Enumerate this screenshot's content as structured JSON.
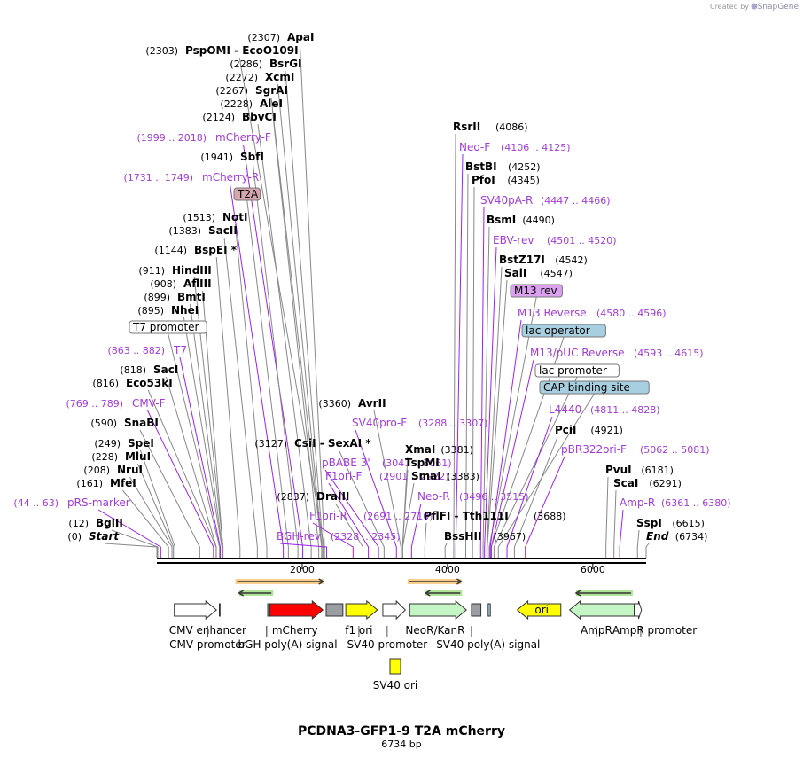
{
  "created_by": {
    "text": "Created by",
    "brand": "SnapGene"
  },
  "title": "PCDNA3-GFP1-9 T2A mCherry",
  "length": "6734 bp",
  "total_bp": 6734,
  "colors": {
    "enzyme_text": "#000000",
    "primer_text": "#a33bd9",
    "leader_line": "#888888",
    "primer_line": "#a020f0",
    "feature_red": "#ff0000",
    "feature_yellow": "#ffff00",
    "feature_lightgreen": "#c5f5c5",
    "feature_white": "#ffffff",
    "feature_grey": "#9a9ea3",
    "primer_arrow_orange": "#f3a52f",
    "primer_arrow_green": "#6fce43",
    "misc_pink": "#d6a6ae",
    "misc_blue": "#a7cfe0",
    "misc_violet": "#dba0f0"
  },
  "scale_ticks": [
    {
      "label": "2000",
      "bp": 2000
    },
    {
      "label": "4000",
      "bp": 4000
    },
    {
      "label": "6000",
      "bp": 6000
    }
  ],
  "labels": [
    {
      "kind": "enzyme",
      "pos": "(2307)",
      "name": "ApaI",
      "bp": 2307
    },
    {
      "kind": "enzyme",
      "pos": "(2303)",
      "name": "PspOMI - EcoO109I",
      "bp": 2303
    },
    {
      "kind": "enzyme",
      "pos": "(2286)",
      "name": "BsrGI",
      "bp": 2286
    },
    {
      "kind": "enzyme",
      "pos": "(2272)",
      "name": "XcmI",
      "bp": 2272
    },
    {
      "kind": "enzyme",
      "pos": "(2267)",
      "name": "SgrAI",
      "bp": 2267
    },
    {
      "kind": "enzyme",
      "pos": "(2228)",
      "name": "AleI",
      "bp": 2228
    },
    {
      "kind": "enzyme",
      "pos": "(2124)",
      "name": "BbvCI",
      "bp": 2124
    },
    {
      "kind": "primer",
      "pos": "(1999 .. 2018)",
      "name": "mCherry-F",
      "bp": 2008
    },
    {
      "kind": "enzyme",
      "pos": "(1941)",
      "name": "SbfI",
      "bp": 1941
    },
    {
      "kind": "primer",
      "pos": "(1731 .. 1749)",
      "name": "mCherry-R",
      "bp": 1740
    },
    {
      "kind": "box",
      "name": "T2A",
      "bp": 1810,
      "color": "#d6a6ae"
    },
    {
      "kind": "enzyme",
      "pos": "(1513)",
      "name": "NotI",
      "bp": 1513
    },
    {
      "kind": "enzyme",
      "pos": "(1383)",
      "name": "SacII",
      "bp": 1383
    },
    {
      "kind": "enzyme",
      "pos": "(1144)",
      "name": "BspEI *",
      "bp": 1144
    },
    {
      "kind": "enzyme",
      "pos": "(911)",
      "name": "HindIII",
      "bp": 911
    },
    {
      "kind": "enzyme",
      "pos": "(908)",
      "name": "AflIII",
      "bp": 908
    },
    {
      "kind": "enzyme",
      "pos": "(899)",
      "name": "BmtI",
      "bp": 899
    },
    {
      "kind": "enzyme",
      "pos": "(895)",
      "name": "NheI",
      "bp": 895
    },
    {
      "kind": "box",
      "name": "T7 promoter",
      "bp": 863,
      "color": "#ffffff"
    },
    {
      "kind": "primer",
      "pos": "(863 .. 882)",
      "name": "T7",
      "bp": 872
    },
    {
      "kind": "enzyme",
      "pos": "(818)",
      "name": "SacI",
      "bp": 818
    },
    {
      "kind": "enzyme",
      "pos": "(816)",
      "name": "Eco53kI",
      "bp": 816
    },
    {
      "kind": "primer",
      "pos": "(769 .. 789)",
      "name": "CMV-F",
      "bp": 779
    },
    {
      "kind": "enzyme",
      "pos": "(590)",
      "name": "SnaBI",
      "bp": 590
    },
    {
      "kind": "enzyme",
      "pos": "(249)",
      "name": "SpeI",
      "bp": 249
    },
    {
      "kind": "enzyme",
      "pos": "(228)",
      "name": "MluI",
      "bp": 228
    },
    {
      "kind": "enzyme",
      "pos": "(208)",
      "name": "NruI",
      "bp": 208
    },
    {
      "kind": "enzyme",
      "pos": "(161)",
      "name": "MfeI",
      "bp": 161
    },
    {
      "kind": "primer",
      "pos": "(44 .. 63)",
      "name": "pRS-marker",
      "bp": 53
    },
    {
      "kind": "enzyme",
      "pos": "(12)",
      "name": "BglII",
      "bp": 12
    },
    {
      "kind": "enzyme",
      "pos": "(0)",
      "name": "Start",
      "bp": 0
    },
    {
      "kind": "primer",
      "pos": "(2328 .. 2345)",
      "name": "BGH-rev",
      "bp": 2336
    },
    {
      "kind": "primer",
      "pos": "(2691 .. 2710)",
      "name": "F1ori-R",
      "bp": 2700
    },
    {
      "kind": "enzyme",
      "pos": "(2837)",
      "name": "DraIII",
      "bp": 2837
    },
    {
      "kind": "primer",
      "pos": "(2901 .. 2922)",
      "name": "F1ori-F",
      "bp": 2911
    },
    {
      "kind": "primer",
      "pos": "(3041 .. 3061)",
      "name": "pBABE 3'",
      "bp": 3051
    },
    {
      "kind": "enzyme",
      "pos": "(3127)",
      "name": "CsiI - SexAI *",
      "bp": 3127
    },
    {
      "kind": "primer",
      "pos": "(3288 .. 3307)",
      "name": "SV40pro-F",
      "bp": 3297
    },
    {
      "kind": "enzyme",
      "pos": "(3360)",
      "name": "AvrII",
      "bp": 3360
    },
    {
      "kind": "enzyme",
      "pos": "(3381)",
      "name": "XmaI",
      "bp": 3381
    },
    {
      "kind": "enzyme",
      "pos": "",
      "name": "TspMI",
      "bp": 3381
    },
    {
      "kind": "enzyme",
      "pos": "(3383)",
      "name": "SmaI",
      "bp": 3383
    },
    {
      "kind": "primer",
      "pos": "(3496 .. 3515)",
      "name": "Neo-R",
      "bp": 3505
    },
    {
      "kind": "enzyme",
      "pos": "(3688)",
      "name": "PflFI - Tth111I",
      "bp": 3688
    },
    {
      "kind": "enzyme",
      "pos": "(3967)",
      "name": "BssHII",
      "bp": 3967
    },
    {
      "kind": "enzyme",
      "pos": "(4086)",
      "name": "RsrII",
      "bp": 4086
    },
    {
      "kind": "primer",
      "pos": "(4106 .. 4125)",
      "name": "Neo-F",
      "bp": 4115
    },
    {
      "kind": "enzyme",
      "pos": "(4252)",
      "name": "BstBI",
      "bp": 4252
    },
    {
      "kind": "enzyme",
      "pos": "(4345)",
      "name": "PfoI",
      "bp": 4345
    },
    {
      "kind": "primer",
      "pos": "(4447 .. 4466)",
      "name": "SV40pA-R",
      "bp": 4456
    },
    {
      "kind": "enzyme",
      "pos": "(4490)",
      "name": "BsmI",
      "bp": 4490
    },
    {
      "kind": "primer",
      "pos": "(4501 .. 4520)",
      "name": "EBV-rev",
      "bp": 4510
    },
    {
      "kind": "enzyme",
      "pos": "(4542)",
      "name": "BstZ17I",
      "bp": 4542
    },
    {
      "kind": "enzyme",
      "pos": "(4547)",
      "name": "SalI",
      "bp": 4547
    },
    {
      "kind": "box",
      "name": "M13 rev",
      "bp": 4575,
      "color": "#dba0f0"
    },
    {
      "kind": "primer",
      "pos": "(4580 .. 4596)",
      "name": "M13 Reverse",
      "bp": 4588
    },
    {
      "kind": "box",
      "name": "lac operator",
      "bp": 4600,
      "color": "#a7cfe0"
    },
    {
      "kind": "primer",
      "pos": "(4593 .. 4615)",
      "name": "M13/pUC Reverse",
      "bp": 4604
    },
    {
      "kind": "box",
      "name": "lac promoter",
      "bp": 4640,
      "color": "#ffffff"
    },
    {
      "kind": "box",
      "name": "CAP binding site",
      "bp": 4700,
      "color": "#a7cfe0"
    },
    {
      "kind": "primer",
      "pos": "(4811 .. 4828)",
      "name": "L4440",
      "bp": 4819
    },
    {
      "kind": "enzyme",
      "pos": "(4921)",
      "name": "PciI",
      "bp": 4921
    },
    {
      "kind": "primer",
      "pos": "(5062 .. 5081)",
      "name": "pBR322ori-F",
      "bp": 5071
    },
    {
      "kind": "enzyme",
      "pos": "(6181)",
      "name": "PvuI",
      "bp": 6181
    },
    {
      "kind": "enzyme",
      "pos": "(6291)",
      "name": "ScaI",
      "bp": 6291
    },
    {
      "kind": "primer",
      "pos": "(6361 .. 6380)",
      "name": "Amp-R",
      "bp": 6370
    },
    {
      "kind": "enzyme",
      "pos": "(6615)",
      "name": "SspI",
      "bp": 6615
    },
    {
      "kind": "enzyme",
      "pos": "(6734)",
      "name": "End",
      "bp": 6734
    }
  ],
  "primer_arrows": [
    {
      "start": 1080,
      "end": 2290,
      "color": "#f3a52f",
      "dir": "right"
    },
    {
      "start": 1130,
      "end": 1600,
      "color": "#6fce43",
      "dir": "left"
    },
    {
      "start": 3450,
      "end": 4190,
      "color": "#f3a52f",
      "dir": "right"
    },
    {
      "start": 3700,
      "end": 4200,
      "color": "#6fce43",
      "dir": "left"
    },
    {
      "start": 5770,
      "end": 6550,
      "color": "#6fce43",
      "dir": "left"
    }
  ],
  "features": [
    {
      "name": "CMV enhancer",
      "start": 240,
      "end": 820,
      "color": "#ffffff",
      "dir": "right"
    },
    {
      "name": "",
      "start": 860,
      "end": 870,
      "color": "#ffffff",
      "dir": "none"
    },
    {
      "name": "",
      "start": 1525,
      "end": 1540,
      "color": "#ffffff",
      "dir": "none"
    },
    {
      "name": "mCherry",
      "start": 1555,
      "end": 2285,
      "color": "#ff0000",
      "dir": "right"
    },
    {
      "name": "",
      "start": 2330,
      "end": 2560,
      "color": "#9a9ea3",
      "dir": "none"
    },
    {
      "name": "f1 ori",
      "start": 2600,
      "end": 3035,
      "color": "#ffff00",
      "dir": "right"
    },
    {
      "name": "",
      "start": 3110,
      "end": 3420,
      "color": "#ffffff",
      "dir": "right"
    },
    {
      "name": "NeoR/KanR",
      "start": 3480,
      "end": 4260,
      "color": "#c5f5c5",
      "dir": "right"
    },
    {
      "name": "",
      "start": 4330,
      "end": 4460,
      "color": "#9a9ea3",
      "dir": "none"
    },
    {
      "name": "",
      "start": 4560,
      "end": 4590,
      "color": "#a7cfe0",
      "dir": "none"
    },
    {
      "name": "ori",
      "start": 4960,
      "end": 5560,
      "color": "#ffff00",
      "dir": "left"
    },
    {
      "name": "",
      "start": 5680,
      "end": 6570,
      "color": "#c5f5c5",
      "dir": "left"
    },
    {
      "name": "",
      "start": 6570,
      "end": 6670,
      "color": "#ffffff",
      "dir": "right"
    }
  ],
  "sv40_ori": {
    "name": "SV40 ori",
    "bp": 3310,
    "color": "#ffff00"
  },
  "feature_labels": [
    {
      "text": "CMV enhancer",
      "bp": 700,
      "row": 1,
      "tick_bp": 700
    },
    {
      "text": "CMV promoter",
      "bp": 700,
      "row": 2,
      "tick_bp": 700
    },
    {
      "text": "mCherry",
      "bp": 1900,
      "row": 1,
      "tick_bp": 1510
    },
    {
      "text": "bGH poly(A) signal",
      "bp": 1800,
      "row": 2,
      "tick_bp": 1510
    },
    {
      "text": "f1 ori",
      "bp": 2780,
      "row": 1,
      "tick_bp": 2780
    },
    {
      "text": "SV40 promoter",
      "bp": 3170,
      "row": 2,
      "tick_bp": 3170
    },
    {
      "text": "NeoR/KanR",
      "bp": 3830,
      "row": 1,
      "tick_bp": 4330
    },
    {
      "text": "SV40 poly(A) signal",
      "bp": 4560,
      "row": 2,
      "tick_bp": 4330
    },
    {
      "text": "AmpR",
      "bp": 6050,
      "row": 1,
      "tick_bp": 6050
    },
    {
      "text": "AmpR promoter",
      "bp": 6850,
      "row": 1,
      "tick_bp": 6660
    }
  ]
}
